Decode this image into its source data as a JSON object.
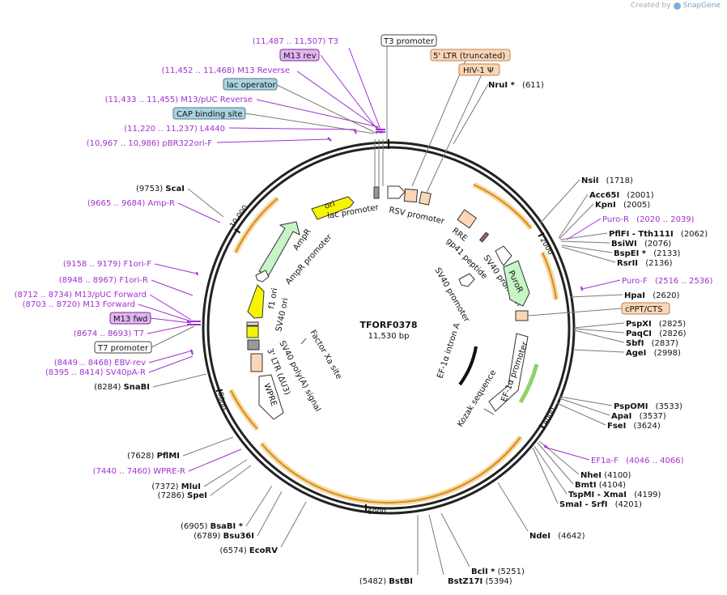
{
  "credit": {
    "prefix": "Created by",
    "brand": "SnapGene"
  },
  "plasmid": {
    "name": "TFORF0378",
    "size_label": "11,530 bp",
    "length": 11530
  },
  "colors": {
    "enzyme_line": "#7a7a7a",
    "primer": "#a030d0",
    "orf": "#d98a1c",
    "orf_glow": "#f7d9a0",
    "promoter": "#ffffff",
    "ori": "#f5f500",
    "ltr": "#fad6b8",
    "puro": "#c6f5c6",
    "ampr": "#c6f5c6",
    "operator_box": "#a8d4e0",
    "primer_box": "#e0b6f0"
  },
  "ticks": [
    "2000",
    "4000",
    "6000",
    "8000",
    "10,000"
  ],
  "enzymes": [
    {
      "name": "NruI *",
      "pos": "(611)"
    },
    {
      "name": "NsiI",
      "pos": "(1718)"
    },
    {
      "name": "Acc65I",
      "pos": "(2001)"
    },
    {
      "name": "KpnI",
      "pos": "(2005)"
    },
    {
      "name": "PflFI - Tth111I",
      "pos": "(2062)"
    },
    {
      "name": "BsiWI",
      "pos": "(2076)"
    },
    {
      "name": "BspEI *",
      "pos": "(2133)"
    },
    {
      "name": "RsrII",
      "pos": "(2136)"
    },
    {
      "name": "HpaI",
      "pos": "(2620)"
    },
    {
      "name": "PspXI",
      "pos": "(2825)"
    },
    {
      "name": "PaqCI",
      "pos": "(2826)"
    },
    {
      "name": "SbfI",
      "pos": "(2837)"
    },
    {
      "name": "AgeI",
      "pos": "(2998)"
    },
    {
      "name": "PspOMI",
      "pos": "(3533)"
    },
    {
      "name": "ApaI",
      "pos": "(3537)"
    },
    {
      "name": "FseI",
      "pos": "(3624)"
    },
    {
      "name": "NheI",
      "pos": "(4100)"
    },
    {
      "name": "BmtI",
      "pos": "(4104)"
    },
    {
      "name": "TspMI - XmaI",
      "pos": "(4199)"
    },
    {
      "name": "SmaI - SrfI",
      "pos": "(4201)"
    },
    {
      "name": "NdeI",
      "pos": "(4642)"
    },
    {
      "name": "BclI *",
      "pos": "(5251)"
    },
    {
      "name": "BstZ17I",
      "pos": "(5394)"
    },
    {
      "name": "BstBI",
      "pos": "(5482)"
    },
    {
      "name": "EcoRV",
      "pos": "(6574)"
    },
    {
      "name": "Bsu36I",
      "pos": "(6789)"
    },
    {
      "name": "BsaBI *",
      "pos": "(6905)"
    },
    {
      "name": "SpeI",
      "pos": "(7286)"
    },
    {
      "name": "MluI",
      "pos": "(7372)"
    },
    {
      "name": "PflMI",
      "pos": "(7628)"
    },
    {
      "name": "SnaBI",
      "pos": "(8284)"
    },
    {
      "name": "ScaI",
      "pos": "(9753)"
    }
  ],
  "primers": [
    {
      "name": "T3",
      "range": "(11,487 .. 11,507)"
    },
    {
      "name": "M13 rev",
      "range": ""
    },
    {
      "name": "M13 Reverse",
      "range": "(11,452 .. 11,468)"
    },
    {
      "name": "M13/pUC Reverse",
      "range": "(11,433 .. 11,455)"
    },
    {
      "name": "L4440",
      "range": "(11,220 .. 11,237)"
    },
    {
      "name": "pBR322ori-F",
      "range": "(10,967 .. 10,986)"
    },
    {
      "name": "Amp-R",
      "range": "(9665 .. 9684)"
    },
    {
      "name": "F1ori-F",
      "range": "(9158 .. 9179)"
    },
    {
      "name": "F1ori-R",
      "range": "(8948 .. 8967)"
    },
    {
      "name": "M13/pUC Forward",
      "range": "(8712 .. 8734)"
    },
    {
      "name": "M13 Forward",
      "range": "(8703 .. 8720)"
    },
    {
      "name": "M13 fwd",
      "range": ""
    },
    {
      "name": "T7",
      "range": "(8674 .. 8693)"
    },
    {
      "name": "EBV-rev",
      "range": "(8449 .. 8468)"
    },
    {
      "name": "SV40pA-R",
      "range": "(8395 .. 8414)"
    },
    {
      "name": "WPRE-R",
      "range": "(7440 .. 7460)"
    },
    {
      "name": "Puro-R",
      "range": "(2020 .. 2039)"
    },
    {
      "name": "Puro-F",
      "range": "(2516 .. 2536)"
    },
    {
      "name": "EF1a-F",
      "range": "(4046 .. 4066)"
    }
  ],
  "boxed_features": [
    {
      "name": "T3 promoter"
    },
    {
      "name": "5' LTR (truncated)"
    },
    {
      "name": "HIV-1 Ψ"
    },
    {
      "name": "lac operator"
    },
    {
      "name": "CAP binding site"
    },
    {
      "name": "cPPT/CTS"
    },
    {
      "name": "T7 promoter"
    }
  ],
  "inner_labels": [
    "ori",
    "lac promoter",
    "RSV promoter",
    "RRE",
    "gp41 peptide",
    "SV40 promoter",
    "PuroR",
    "SV40 promoter",
    "EF-1α intron A",
    "EF-1α promoter",
    "Kozak sequence",
    "Factor Xa site",
    "SV40 poly(A) signal",
    "3' LTR (ΔU3)",
    "WPRE",
    "f1 ori",
    "SV40 ori",
    "AmpR",
    "AmpR promoter"
  ]
}
